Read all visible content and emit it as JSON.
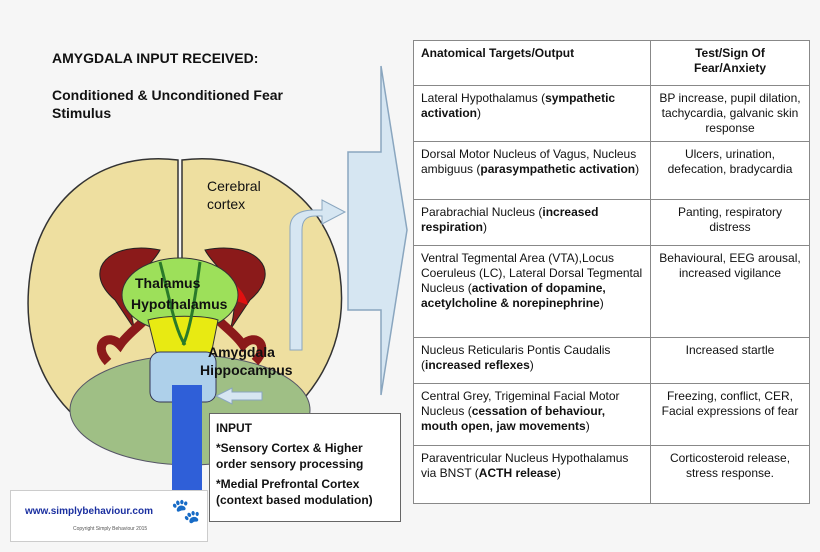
{
  "header": {
    "line1": "AMYGDALA INPUT RECEIVED:",
    "line2": "Conditioned & Unconditioned Fear Stimulus"
  },
  "brain": {
    "cortex_label_1": "Cerebral",
    "cortex_label_2": "cortex",
    "thalamus": "Thalamus",
    "hypothalamus": "Hypothalamus",
    "amygdala": "Amygdala",
    "hippocampus": "Hippocampus"
  },
  "input_box": {
    "title": "INPUT",
    "item1": "*Sensory Cortex & Higher order sensory processing",
    "item2": "*Medial Prefrontal Cortex (context based modulation)"
  },
  "logo": {
    "site": "www.simplybehaviour.com",
    "copyright": "Copyright Simply Behaviour 2015"
  },
  "table": {
    "header_targets": "Anatomical Targets/Output",
    "header_signs": "Test/Sign Of Fear/Anxiety",
    "rows": [
      {
        "target": "Lateral Hypothalamus (",
        "bold": "sympathetic activation",
        "tail": ")",
        "sign": "BP increase, pupil dilation, tachycardia, galvanic skin response"
      },
      {
        "target": "Dorsal Motor Nucleus of Vagus, Nucleus ambiguus (",
        "bold": "parasympathetic activation",
        "tail": ")",
        "sign": "Ulcers, urination, defecation, bradycardia"
      },
      {
        "target": "Parabrachial Nucleus (",
        "bold": "increased respiration",
        "tail": ")",
        "sign": "Panting, respiratory distress"
      },
      {
        "target": "Ventral Tegmental Area (VTA),Locus Coeruleus (LC), Lateral Dorsal Tegmental Nucleus (",
        "bold": "activation of dopamine, acetylcholine & norepinephrine",
        "tail": ")",
        "sign": "Behavioural, EEG arousal, increased vigilance"
      },
      {
        "target": "Nucleus Reticularis Pontis Caudalis (",
        "bold": "increased reflexes",
        "tail": ")",
        "sign": "Increased startle"
      },
      {
        "target": "Central Grey, Trigeminal Facial Motor Nucleus (",
        "bold": "cessation of behaviour, mouth open, jaw movements",
        "tail": ")",
        "sign": "Freezing, conflict, CER, Facial expressions of fear"
      },
      {
        "target": "Paraventricular Nucleus Hypothalamus via BNST (",
        "bold": "ACTH release",
        "tail": ")",
        "sign": "Corticosteroid release, stress response."
      }
    ]
  },
  "colors": {
    "cortex": "#eedfa0",
    "thalamus": "#9de05a",
    "hypothalamus": "#e8ea12",
    "amygdala_red": "#8b1a1a",
    "arrow_blue": "#d6e6f2",
    "brainstem": "#2f5fd8"
  }
}
